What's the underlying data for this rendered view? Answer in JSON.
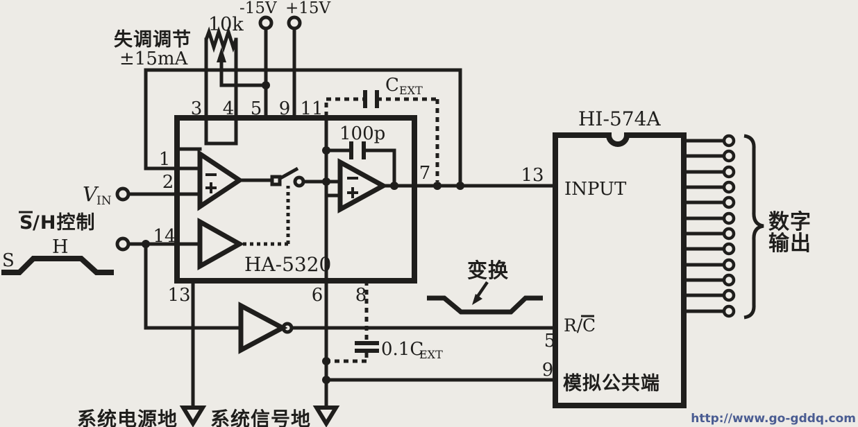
{
  "colors": {
    "background": "#edebe6",
    "ink": "#1f1e1c",
    "watermark": "#4a5c92"
  },
  "power": {
    "neg": "-15V",
    "pos": "+15V"
  },
  "offset": {
    "line1": "失调调节",
    "line2": "±15mA",
    "pot_value": "10k"
  },
  "caps": {
    "cext": "C",
    "cext_sub": "EXT",
    "c100p": "100p",
    "c01": "0.1C",
    "c01_sub": "EXT"
  },
  "ha": {
    "name": "HA-5320",
    "pins_top": [
      "3",
      "4",
      "5",
      "9",
      "11"
    ],
    "pin1": "1",
    "pin2": "2",
    "pin14": "14",
    "pin13": "13",
    "pin6": "6",
    "pin8": "8",
    "pin7": "7",
    "minus": "−",
    "plus": "+"
  },
  "hi": {
    "name": "HI-574A",
    "pin13": "13",
    "input_label": "INPUT",
    "pin5": "5",
    "rc_r": "R/",
    "rc_c": "C",
    "pin9": "9",
    "common_label": "模拟公共端",
    "digital_outputs_count": 12
  },
  "signals": {
    "vin": "V",
    "vin_sub": "IN",
    "sh_s": "S",
    "sh_rest": "/H控制",
    "wave_h": "H",
    "wave_s": "S",
    "convert": "变换"
  },
  "output": {
    "line1": "数字",
    "line2": "输出"
  },
  "grounds": {
    "power": "系统电源地",
    "signal": "系统信号地"
  },
  "watermark": {
    "text": "http://www.go-gddq.com"
  }
}
